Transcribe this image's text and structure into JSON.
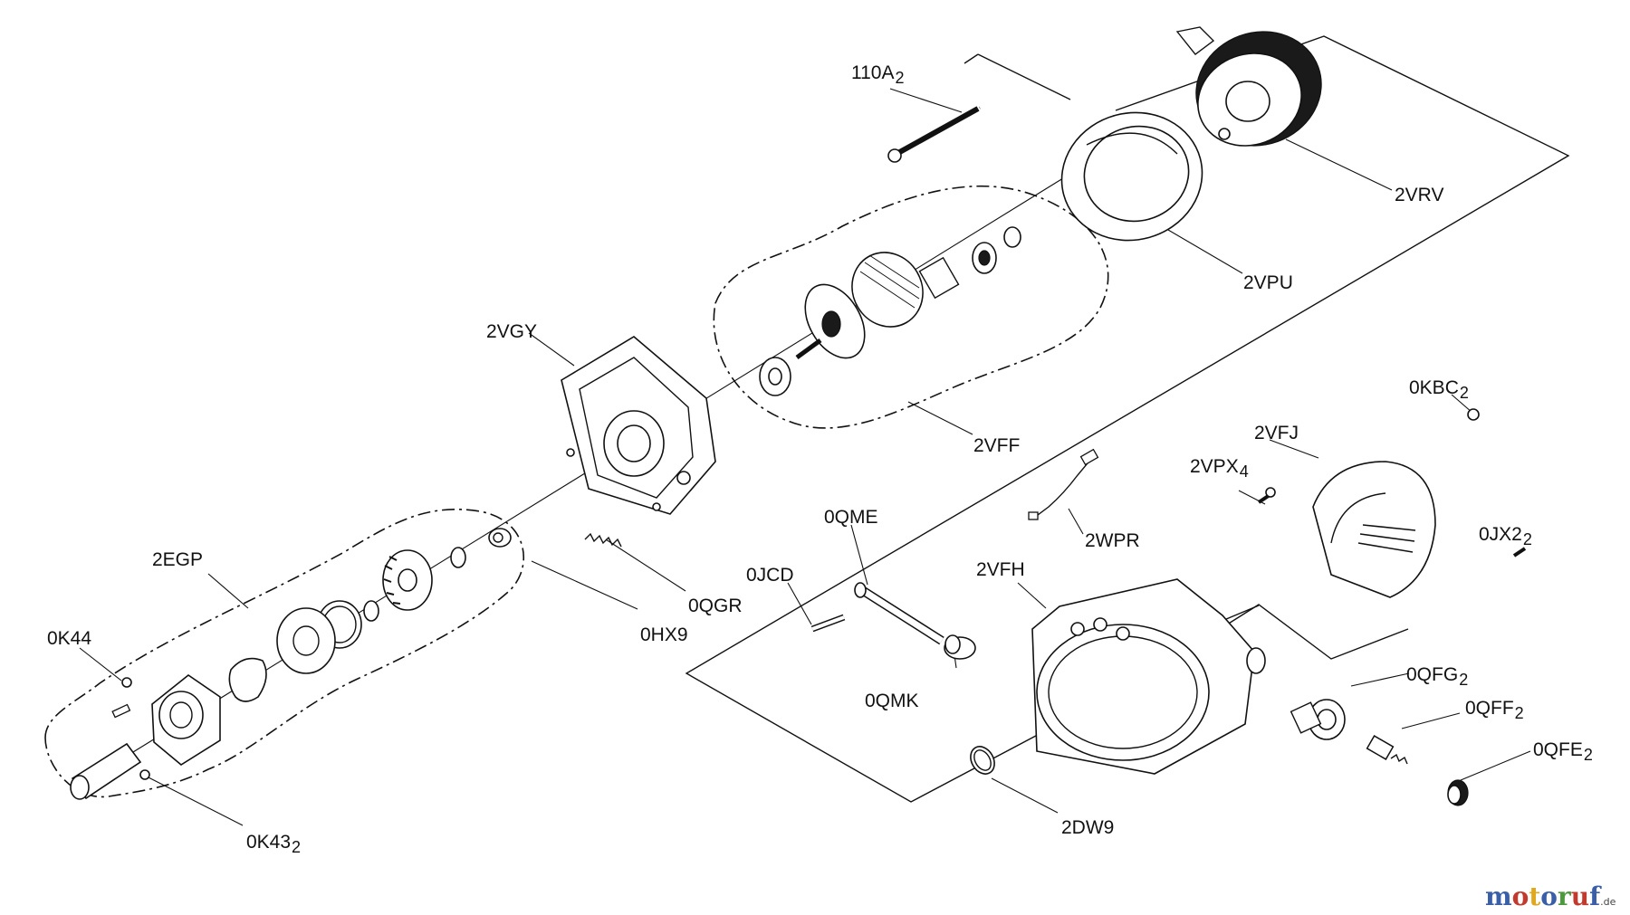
{
  "parts": [
    {
      "id": "110A",
      "qty": "2"
    },
    {
      "id": "2VRV",
      "qty": ""
    },
    {
      "id": "2VPU",
      "qty": ""
    },
    {
      "id": "2VGY",
      "qty": ""
    },
    {
      "id": "2VFF",
      "qty": ""
    },
    {
      "id": "0KBC",
      "qty": "2"
    },
    {
      "id": "2VFJ",
      "qty": ""
    },
    {
      "id": "2VPX",
      "qty": "4"
    },
    {
      "id": "0JX2",
      "qty": "2"
    },
    {
      "id": "2WPR",
      "qty": ""
    },
    {
      "id": "0QME",
      "qty": ""
    },
    {
      "id": "2EGP",
      "qty": ""
    },
    {
      "id": "0JCD",
      "qty": ""
    },
    {
      "id": "2VFH",
      "qty": ""
    },
    {
      "id": "0QGR",
      "qty": ""
    },
    {
      "id": "0HX9",
      "qty": ""
    },
    {
      "id": "0K44",
      "qty": ""
    },
    {
      "id": "0QMK",
      "qty": ""
    },
    {
      "id": "0QFG",
      "qty": "2"
    },
    {
      "id": "0QFF",
      "qty": "2"
    },
    {
      "id": "0QFE",
      "qty": "2"
    },
    {
      "id": "2DW9",
      "qty": ""
    },
    {
      "id": "0K43",
      "qty": "2"
    }
  ],
  "watermark": {
    "letters": [
      {
        "ch": "m",
        "color": "#3a5fa8"
      },
      {
        "ch": "o",
        "color": "#c23a2e"
      },
      {
        "ch": "t",
        "color": "#e0a81e"
      },
      {
        "ch": "o",
        "color": "#3a5fa8"
      },
      {
        "ch": "r",
        "color": "#4c9a3c"
      },
      {
        "ch": "u",
        "color": "#c23a2e"
      },
      {
        "ch": "f",
        "color": "#3a5fa8"
      }
    ],
    "tld": ".de"
  }
}
